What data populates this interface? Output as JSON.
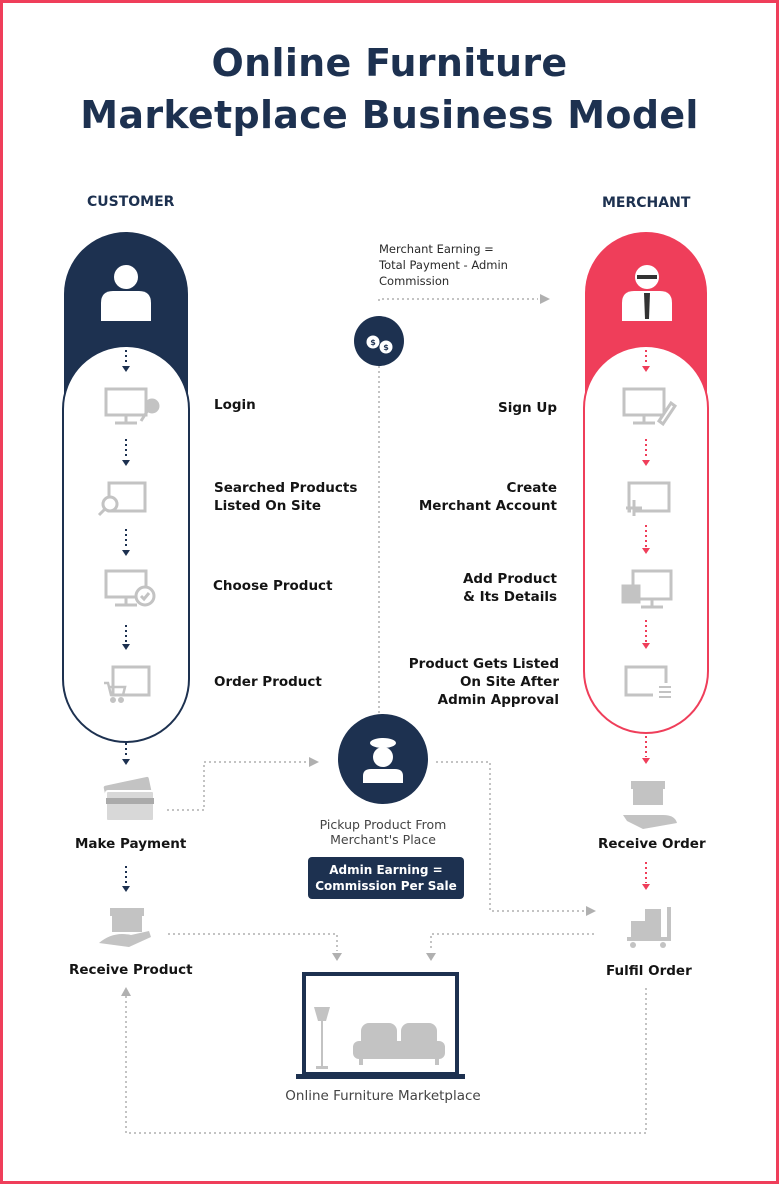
{
  "title": {
    "line1": "Online Furniture",
    "line2": "Marketplace Business Model"
  },
  "colors": {
    "navy": "#1d3150",
    "red": "#ef3e5a",
    "gray": "#c6c6c6"
  },
  "customer": {
    "header": "CUSTOMER",
    "steps": [
      {
        "icon": "monitor-microphone-icon",
        "label": "Login"
      },
      {
        "icon": "search-screen-icon",
        "label": "Searched Products",
        "label2": "Listed On Site"
      },
      {
        "icon": "monitor-check-icon",
        "label": "Choose Product"
      },
      {
        "icon": "screen-cart-icon",
        "label": "Order Product"
      }
    ],
    "payment": "Make Payment",
    "receive": "Receive Product"
  },
  "merchant": {
    "header": "MERCHANT",
    "steps": [
      {
        "icon": "monitor-pencil-icon",
        "label": "Sign Up"
      },
      {
        "icon": "screen-plus-icon",
        "label": "Create",
        "label2": "Merchant Account"
      },
      {
        "icon": "monitor-box-icon",
        "label": "Add Product",
        "label2": "& Its Details"
      },
      {
        "icon": "screen-list-icon",
        "label": "Product Gets Listed",
        "label2": "On Site After",
        "label3": "Admin Approval"
      }
    ],
    "receive": "Receive Order",
    "fulfil": "Fulfil Order"
  },
  "center": {
    "earning_line1": "Merchant Earning =",
    "earning_line2": "Total Payment - Admin",
    "earning_line3": "Commission",
    "pickup_line1": "Pickup Product From",
    "pickup_line2": "Merchant's Place",
    "admin_line1": "Admin Earning =",
    "admin_line2": "Commission Per Sale",
    "marketplace": "Online Furniture Marketplace"
  }
}
